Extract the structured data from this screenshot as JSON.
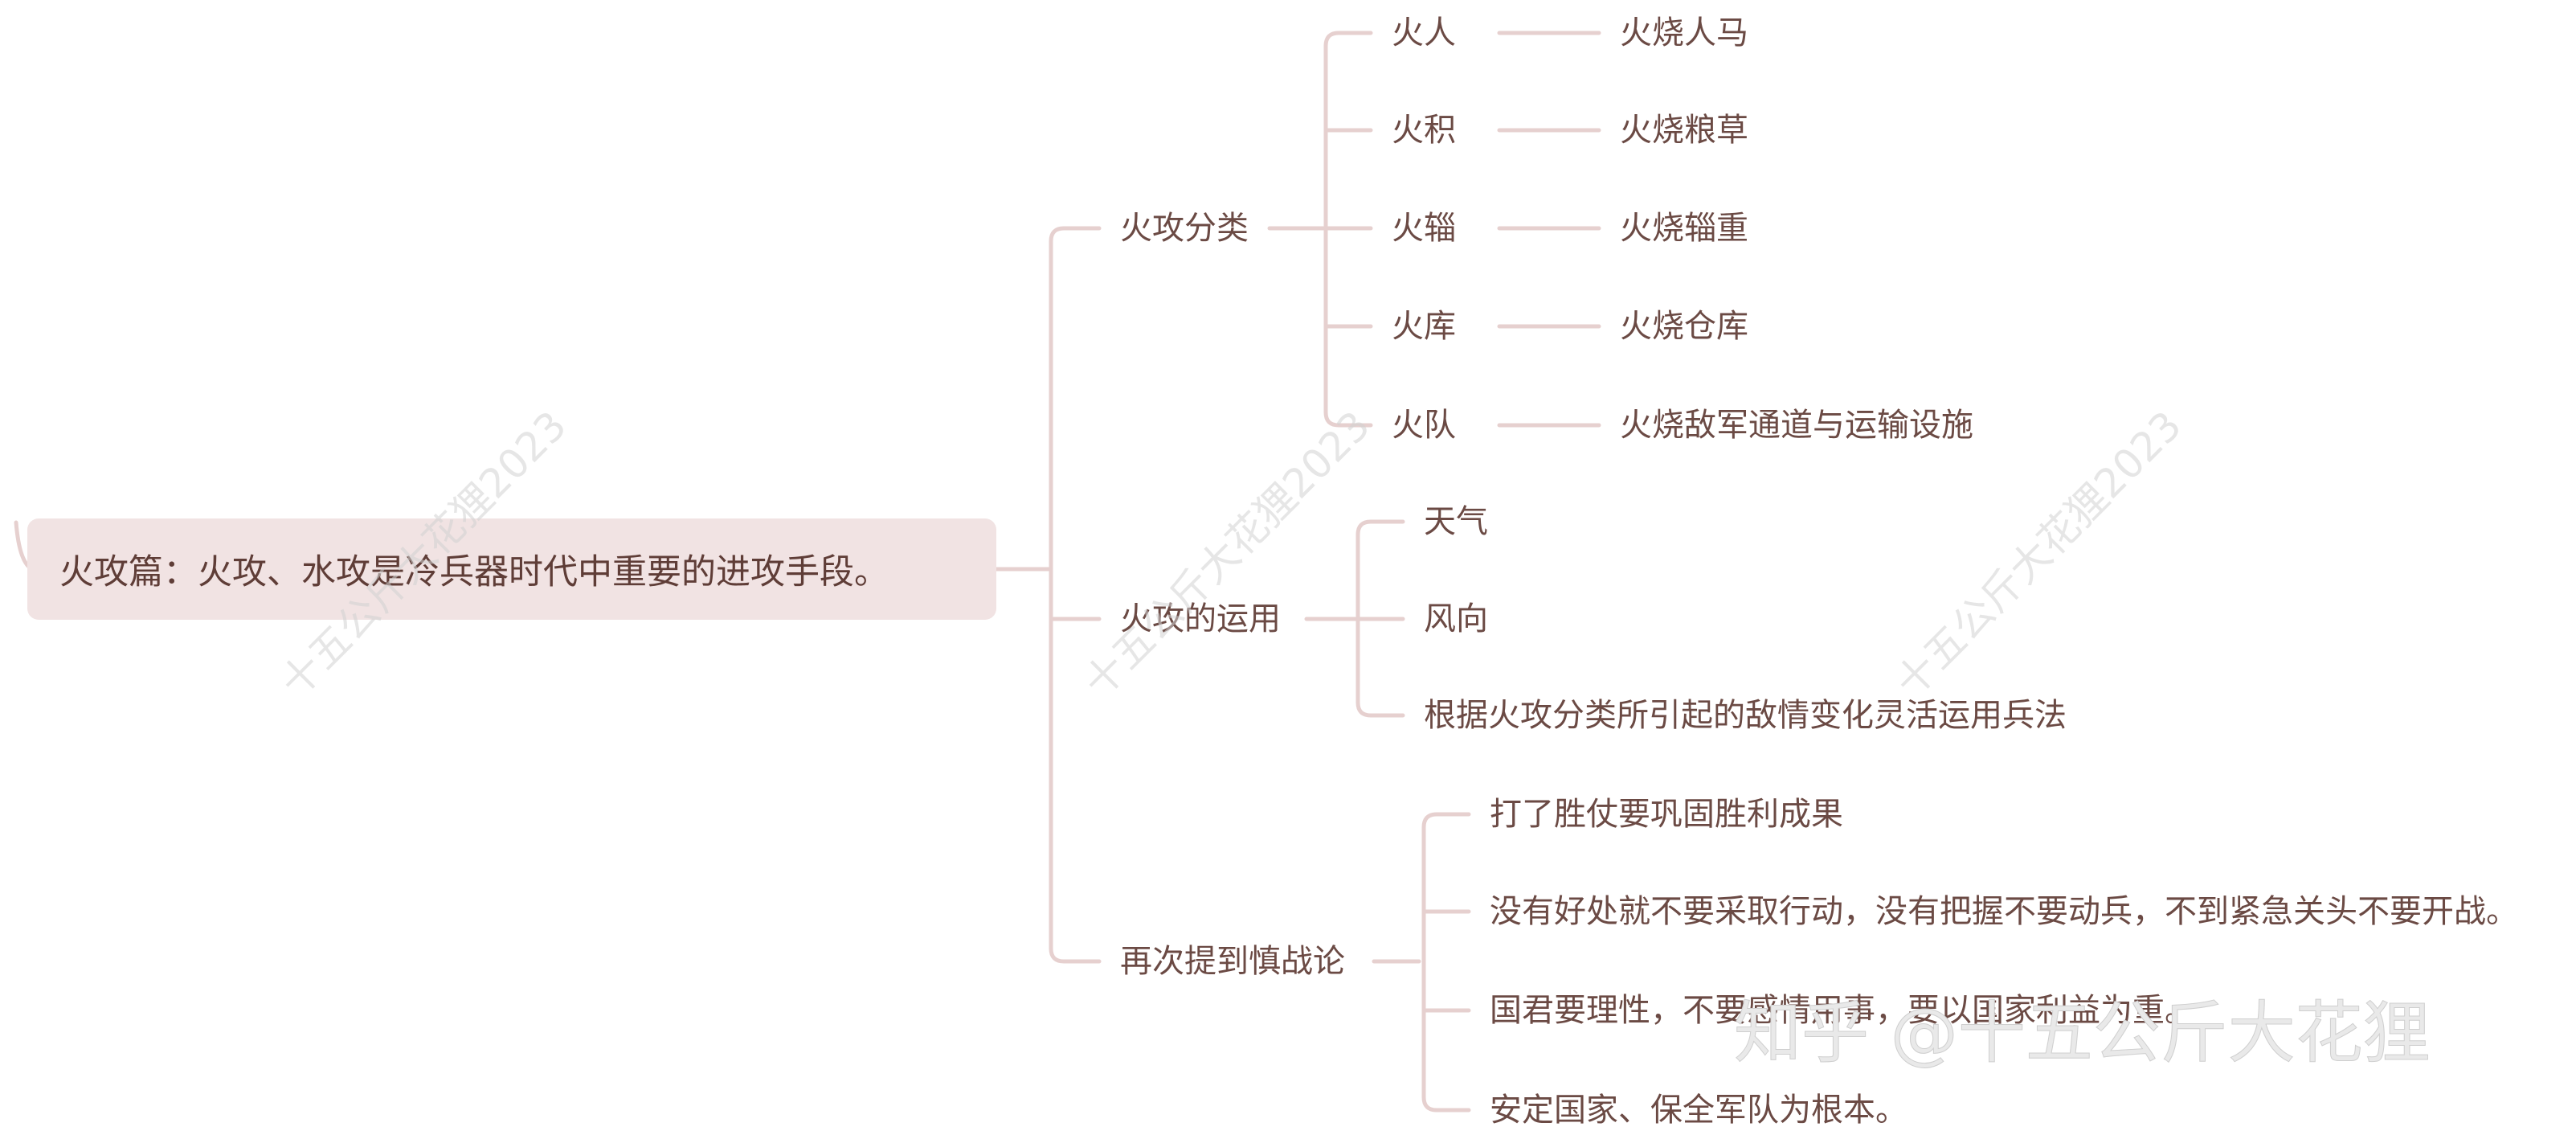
{
  "root": {
    "label": "火攻篇：火攻、水攻是冷兵器时代中重要的进攻手段。"
  },
  "branches": [
    {
      "label": "火攻分类",
      "children": [
        {
          "label": "火人",
          "detail": "火烧人马"
        },
        {
          "label": "火积",
          "detail": "火烧粮草"
        },
        {
          "label": "火辎",
          "detail": "火烧辎重"
        },
        {
          "label": "火库",
          "detail": "火烧仓库"
        },
        {
          "label": "火队",
          "detail": "火烧敌军通道与运输设施"
        }
      ]
    },
    {
      "label": "火攻的运用",
      "children": [
        {
          "label": "天气"
        },
        {
          "label": "风向"
        },
        {
          "label": "根据火攻分类所引起的敌情变化灵活运用兵法"
        }
      ]
    },
    {
      "label": "再次提到慎战论",
      "children": [
        {
          "label": "打了胜仗要巩固胜利成果"
        },
        {
          "label": "没有好处就不要采取行动，没有把握不要动兵，不到紧急关头不要开战。"
        },
        {
          "label": "国君要理性，不要感情用事，要以国家利益为重。"
        },
        {
          "label": "安定国家、保全军队为根本。"
        }
      ]
    }
  ],
  "watermarks": {
    "repeat": "十五公斤大花狸2023",
    "brand": "知乎 @十五公斤大花狸"
  },
  "colors": {
    "line": "#e6d0cf",
    "root_bg": "#f1e3e3",
    "text": "#6b4a44"
  }
}
